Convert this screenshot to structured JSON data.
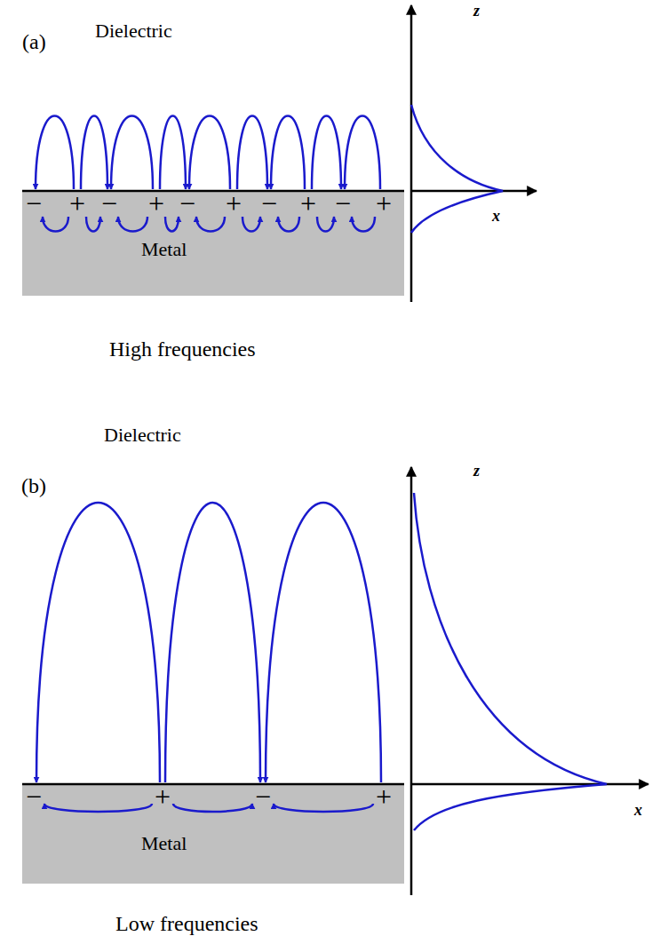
{
  "diagram": {
    "labels": [
      "(a)",
      "Dielectric",
      "z",
      "x",
      "−",
      "+",
      "−",
      "+",
      "−",
      "+",
      "−",
      "+",
      "−",
      "+",
      "Metal",
      "High frequencies",
      "Dielectric",
      "(b)",
      "z",
      "x",
      "−",
      "+",
      "−",
      "+",
      "Metal",
      "Low frequencies"
    ]
  }
}
